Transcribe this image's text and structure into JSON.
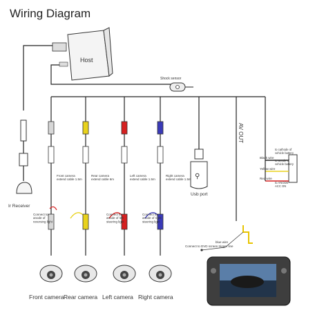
{
  "title": "Wiring Diagram",
  "host": {
    "label": "Host"
  },
  "shock_sensor": {
    "label": "Shock sensor"
  },
  "av_out": {
    "label": "AV OUT"
  },
  "usb_port": {
    "label": "Usb port"
  },
  "ir_receiver": {
    "label": "Ir Receiver"
  },
  "cameras": [
    {
      "name": "Front camera",
      "cable_label": "Front camera\nextend cable 1.5m",
      "connect_label": "Connect to\nanode of\nreversing light",
      "color": "#d7d7d7"
    },
    {
      "name": "Rear camera",
      "cable_label": "Rear camera\nextend cable 6m",
      "connect_label": "",
      "color": "#e8d21c"
    },
    {
      "name": "Left camera",
      "cable_label": "Left camera\nextend cable 1.5m",
      "connect_label": "Connect to\nanode of left\nsteering light",
      "color": "#d62020"
    },
    {
      "name": "Right camera",
      "cable_label": "Right camera\nextend cable 1.5m",
      "connect_label": "Connect to\nanode of right\nsteering light",
      "color": "#3a3ab8"
    }
  ],
  "power_wires": [
    {
      "wire": "Black wire",
      "note": "to cathode of\nvehicle battery",
      "color": "#222222"
    },
    {
      "wire": "Yellow wire",
      "note": "to anode of\nvehicle battery",
      "color": "#e8d21c"
    },
    {
      "wire": "Red wire",
      "note": "to ANODE\nACC ON",
      "color": "#d62020"
    }
  ],
  "dvd_trigger": {
    "label": "Connect to\nDVD screen trigger line",
    "wire_label": "blue wire"
  }
}
